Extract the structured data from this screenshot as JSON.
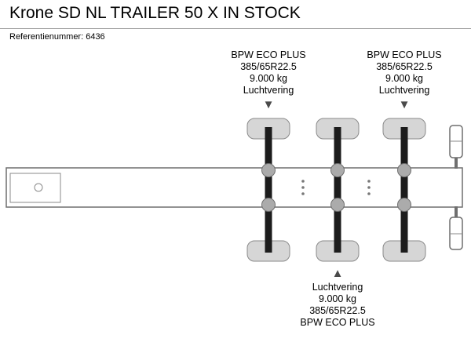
{
  "page": {
    "title": "Krone SD NL TRAILER 50 X IN STOCK",
    "reference": "Referentienummer: 6436"
  },
  "axle_annotations": {
    "front_axle_top": {
      "lines": [
        "BPW ECO PLUS",
        "385/65R22.5",
        "9.000 kg",
        "Luchtvering"
      ],
      "arrow": "▼"
    },
    "rear_axle_top": {
      "lines": [
        "BPW ECO PLUS",
        "385/65R22.5",
        "9.000 kg",
        "Luchtvering"
      ],
      "arrow": "▼"
    },
    "middle_axle_bottom": {
      "arrow": "▲",
      "lines": [
        "Luchtvering",
        "9.000 kg",
        "385/65R22.5",
        "BPW ECO PLUS"
      ]
    }
  },
  "colors": {
    "background": "#ffffff",
    "text": "#000000",
    "separator": "#9a9a9a",
    "diagram_line": "#6f6f6f",
    "tire_fill": "#d6d6d6",
    "axle_fill": "#1c1c1c",
    "air_spring_fill": "#ababab",
    "arrow": "#4a4a4a"
  }
}
